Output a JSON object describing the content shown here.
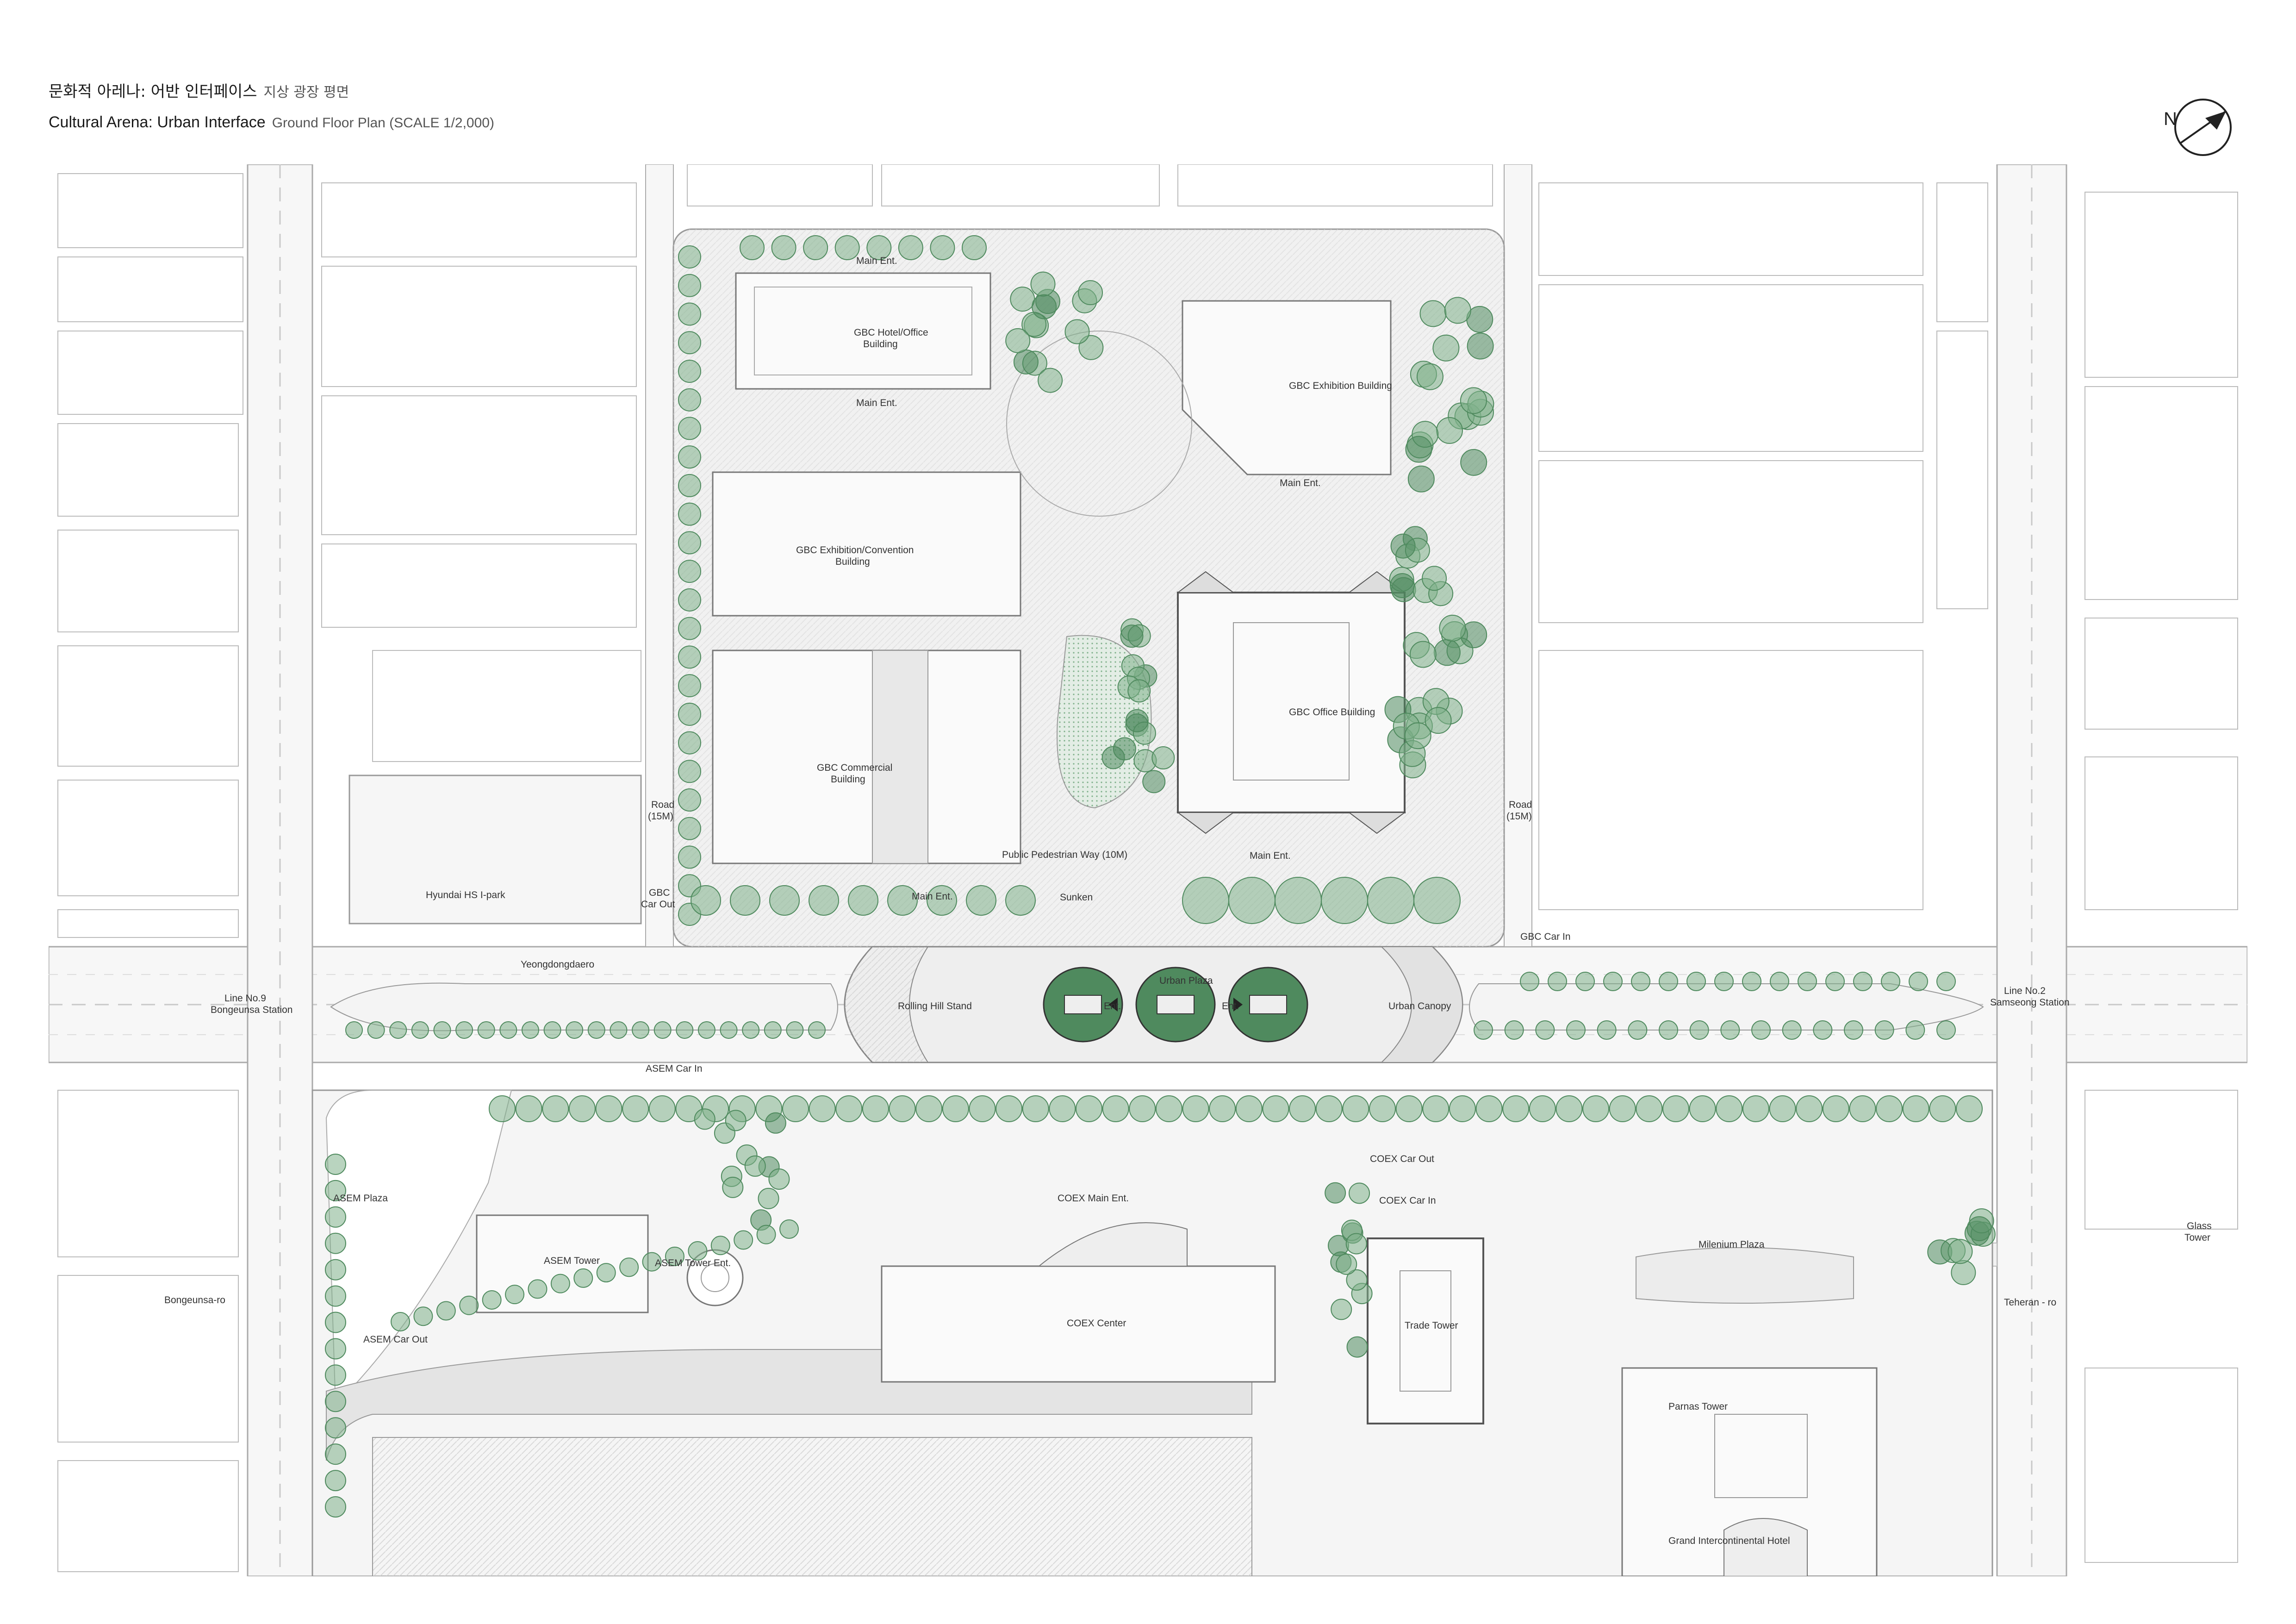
{
  "header": {
    "title_ko": "문화적 아레나: 어반 인터페이스",
    "subtitle_ko": "지상 광장 평면",
    "title_en": "Cultural Arena: Urban Interface",
    "subtitle_en": "Ground Floor Plan (SCALE 1/2,000)"
  },
  "north_arrow": {
    "letter": "N",
    "icon": "north-arrow-icon"
  },
  "colors": {
    "tree": "#7fb08a",
    "tree_dark": "#4f8a5e",
    "line": "#9a9a9a",
    "building": "#f4f4f4",
    "plaza": "#e6e6e6"
  },
  "labels": [
    {
      "name": "label-gbc-main-ent-north",
      "text": "Main Ent."
    },
    {
      "name": "label-gbc-hotel-office",
      "text": "GBC Hotel/Office"
    },
    {
      "name": "label-gbc-hotel-office-2",
      "text": "Building"
    },
    {
      "name": "label-gbc-hotel-main-ent",
      "text": "Main Ent."
    },
    {
      "name": "label-gbc-exhibition-building",
      "text": "GBC Exhibition Building"
    },
    {
      "name": "label-gbc-exhibition-main-ent",
      "text": "Main Ent."
    },
    {
      "name": "label-gbc-exhibition-convention",
      "text": "GBC Exhibition/Convention"
    },
    {
      "name": "label-gbc-exhibition-convention-2",
      "text": "Building"
    },
    {
      "name": "label-gbc-office-building",
      "text": "GBC Office Building"
    },
    {
      "name": "label-gbc-commercial",
      "text": "GBC Commercial"
    },
    {
      "name": "label-gbc-commercial-2",
      "text": "Building"
    },
    {
      "name": "label-road-15m-west",
      "text": "Road"
    },
    {
      "name": "label-road-15m-west-2",
      "text": "(15M)"
    },
    {
      "name": "label-road-15m-east",
      "text": "Road"
    },
    {
      "name": "label-road-15m-east-2",
      "text": "(15M)"
    },
    {
      "name": "label-public-pedestrian-way",
      "text": "Public Pedestrian Way (10M)"
    },
    {
      "name": "label-office-main-ent",
      "text": "Main Ent."
    },
    {
      "name": "label-hyundai-hs-ipark",
      "text": "Hyundai HS I-park"
    },
    {
      "name": "label-gbc-car-out",
      "text": "GBC"
    },
    {
      "name": "label-gbc-car-out-2",
      "text": "Car Out"
    },
    {
      "name": "label-commercial-main-ent",
      "text": "Main Ent."
    },
    {
      "name": "label-sunken",
      "text": "Sunken"
    },
    {
      "name": "label-gbc-car-in",
      "text": "GBC Car In"
    },
    {
      "name": "label-yeongdongdaero",
      "text": "Yeongdongdaero"
    },
    {
      "name": "label-line9",
      "text": "Line No.9"
    },
    {
      "name": "label-line9-2",
      "text": "Bongeunsa Station"
    },
    {
      "name": "label-rolling-hill-stand",
      "text": "Rolling Hill Stand"
    },
    {
      "name": "label-ent-west",
      "text": "Ent."
    },
    {
      "name": "label-urban-plaza",
      "text": "Urban Plaza"
    },
    {
      "name": "label-ent-east",
      "text": "Ent."
    },
    {
      "name": "label-urban-canopy",
      "text": "Urban Canopy"
    },
    {
      "name": "label-line2",
      "text": "Line No.2"
    },
    {
      "name": "label-line2-2",
      "text": "Samseong Station"
    },
    {
      "name": "label-asem-car-in",
      "text": "ASEM Car In"
    },
    {
      "name": "label-coex-car-out",
      "text": "COEX Car Out"
    },
    {
      "name": "label-coex-car-in",
      "text": "COEX Car In"
    },
    {
      "name": "label-asem-plaza",
      "text": "ASEM Plaza"
    },
    {
      "name": "label-coex-main-ent",
      "text": "COEX Main Ent."
    },
    {
      "name": "label-asem-tower",
      "text": "ASEM Tower"
    },
    {
      "name": "label-asem-tower-ent",
      "text": "ASEM Tower Ent."
    },
    {
      "name": "label-milenium-plaza",
      "text": "Milenium Plaza"
    },
    {
      "name": "label-glass-tower",
      "text": "Glass"
    },
    {
      "name": "label-glass-tower-2",
      "text": "Tower"
    },
    {
      "name": "label-bongeunsa-ro",
      "text": "Bongeunsa-ro"
    },
    {
      "name": "label-coex-center",
      "text": "COEX Center"
    },
    {
      "name": "label-teheran-ro",
      "text": "Teheran - ro"
    },
    {
      "name": "label-asem-car-out",
      "text": "ASEM Car Out"
    },
    {
      "name": "label-trade-tower",
      "text": "Trade Tower"
    },
    {
      "name": "label-parnas-tower",
      "text": "Parnas Tower"
    },
    {
      "name": "label-grand-intercontinental",
      "text": "Grand Intercontinental Hotel"
    }
  ]
}
